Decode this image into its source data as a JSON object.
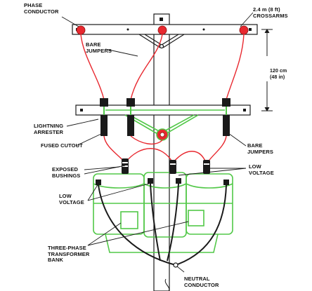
{
  "labels": {
    "phase_conductor": "PHASE\nCONDUCTOR",
    "crossarms": "2.4  m  (8  ft)\nCROSSARMS",
    "bare_jumpers_top": "BARE\nJUMPERS",
    "dimension": "120  cm\n(48  in)",
    "lightning_arrester": "LIGHTNING\nARRESTER",
    "fused_cutout": "FUSED CUTOUT",
    "bare_jumpers_right": "BARE\nJUMPERS",
    "exposed_bushings": "EXPOSED\nBUSHINGS",
    "low_voltage_right": "LOW\nVOLTAGE",
    "low_voltage_left": "LOW\nVOLTAGE",
    "transformer_bank": "THREE-PHASE\nTRANSFORMER\nBANK",
    "neutral_conductor": "NEUTRAL\nCONDUCTOR"
  },
  "colors": {
    "outline": "#1a1a1a",
    "highlight": "#52c848",
    "jumper": "#e8282f"
  }
}
